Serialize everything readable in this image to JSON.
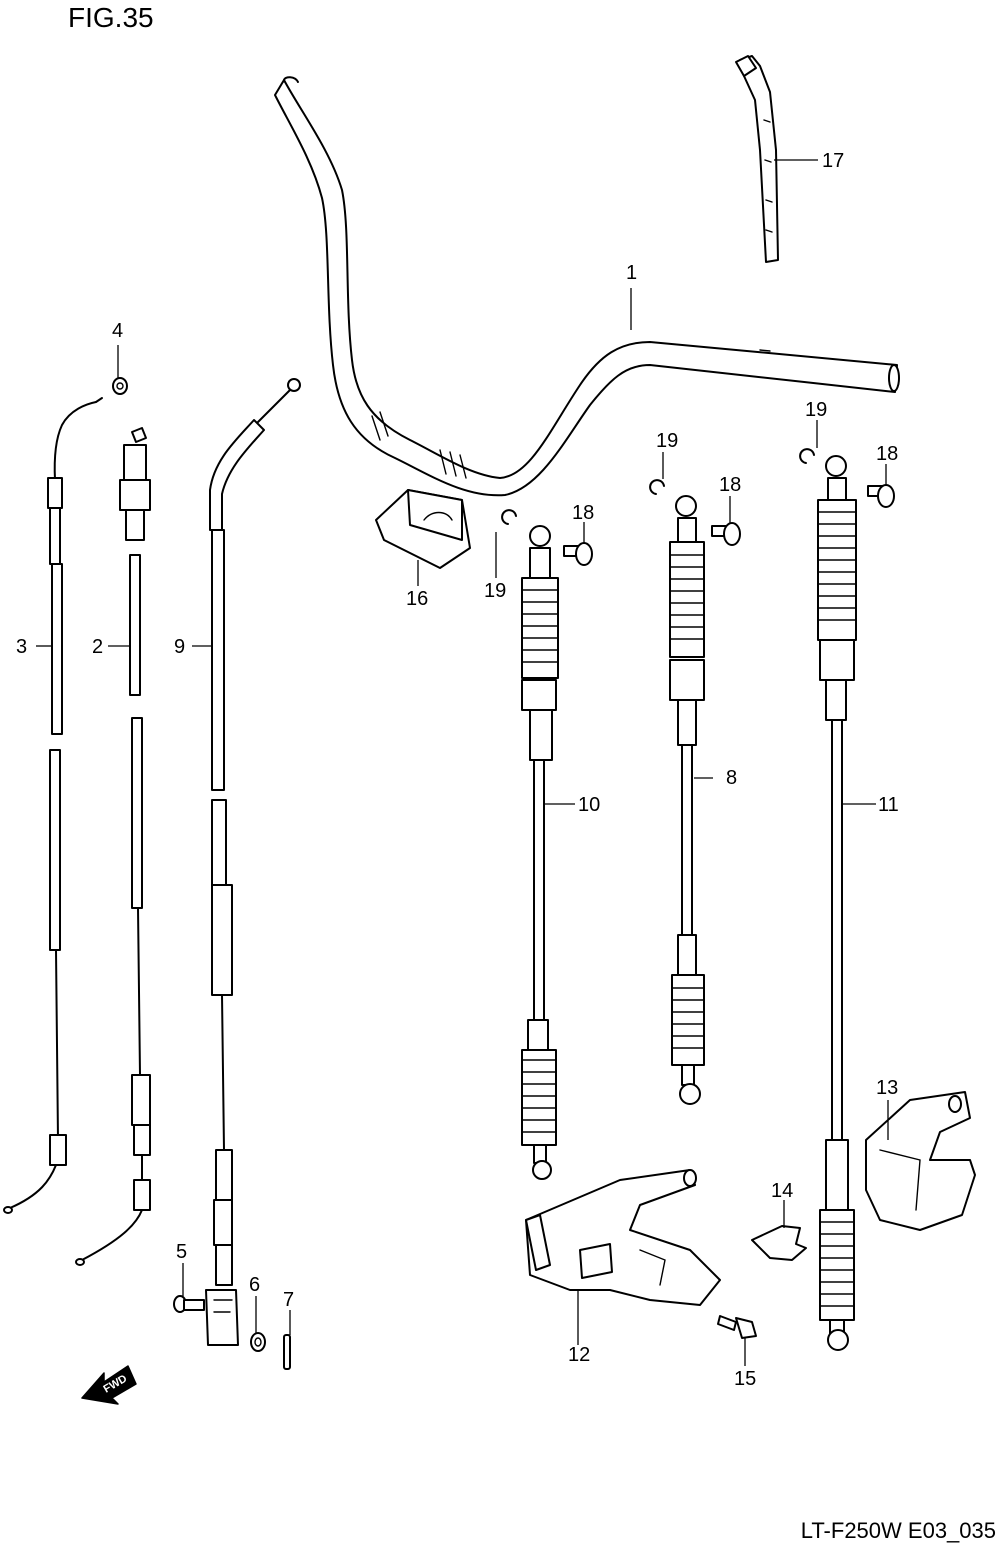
{
  "figure": {
    "title": "FIG.35",
    "footer": "LT-F250W E03_035",
    "fwd_label": "FWD"
  },
  "callouts": {
    "c1": "1",
    "c2": "2",
    "c3": "3",
    "c4": "4",
    "c5": "5",
    "c6": "6",
    "c7": "7",
    "c8": "8",
    "c9": "9",
    "c10": "10",
    "c11": "11",
    "c12": "12",
    "c13": "13",
    "c14": "14",
    "c15": "15",
    "c16": "16",
    "c17": "17",
    "c18a": "18",
    "c18b": "18",
    "c18c": "18",
    "c19a": "19",
    "c19b": "19",
    "c19c": "19"
  },
  "icons": {
    "fwd_arrow": "fwd-arrow-icon"
  }
}
